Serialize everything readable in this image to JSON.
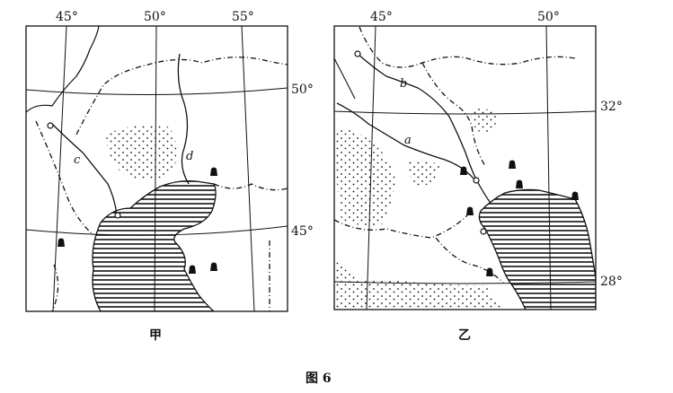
{
  "maps": [
    {
      "id": "jia",
      "caption": "甲",
      "lon_labels": [
        "45°",
        "50°",
        "55°"
      ],
      "lat_labels": [
        "50°",
        "45°"
      ],
      "river_labels": [
        "c",
        "d"
      ]
    },
    {
      "id": "yi",
      "caption": "乙",
      "lon_labels": [
        "45°",
        "50°"
      ],
      "lat_labels": [
        "32°",
        "28°"
      ],
      "river_labels": [
        "a",
        "b"
      ]
    }
  ],
  "figure_caption": "图 6",
  "icons": [
    "oil-field-icon",
    "city-circle-icon"
  ],
  "colors": {
    "ink": "#111111",
    "paper": "#ffffff"
  }
}
